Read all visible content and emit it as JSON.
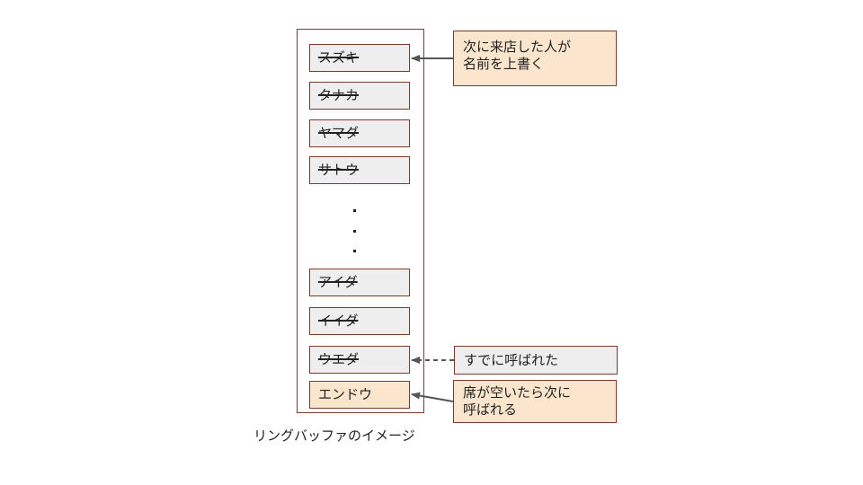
{
  "slots": [
    {
      "label": "スズキ",
      "state": "used"
    },
    {
      "label": "タナカ",
      "state": "used"
    },
    {
      "label": "ヤマダ",
      "state": "used"
    },
    {
      "label": "サトウ",
      "state": "used"
    },
    {
      "label": "アイダ",
      "state": "used"
    },
    {
      "label": "イイダ",
      "state": "used"
    },
    {
      "label": "ウエダ",
      "state": "used"
    },
    {
      "label": "エンドウ",
      "state": "current"
    }
  ],
  "callouts": {
    "overwrite": {
      "line1": "次に来店した人が",
      "line2": "名前を上書く"
    },
    "called": {
      "text": "すでに呼ばれた"
    },
    "next": {
      "line1": "席が空いたら次に",
      "line2": "呼ばれる"
    }
  },
  "caption": "リングバッファのイメージ",
  "colors": {
    "border": "#7a3b2e",
    "used_fill": "#eeeeee",
    "current_fill": "#fce5cd",
    "arrow": "#555555"
  }
}
